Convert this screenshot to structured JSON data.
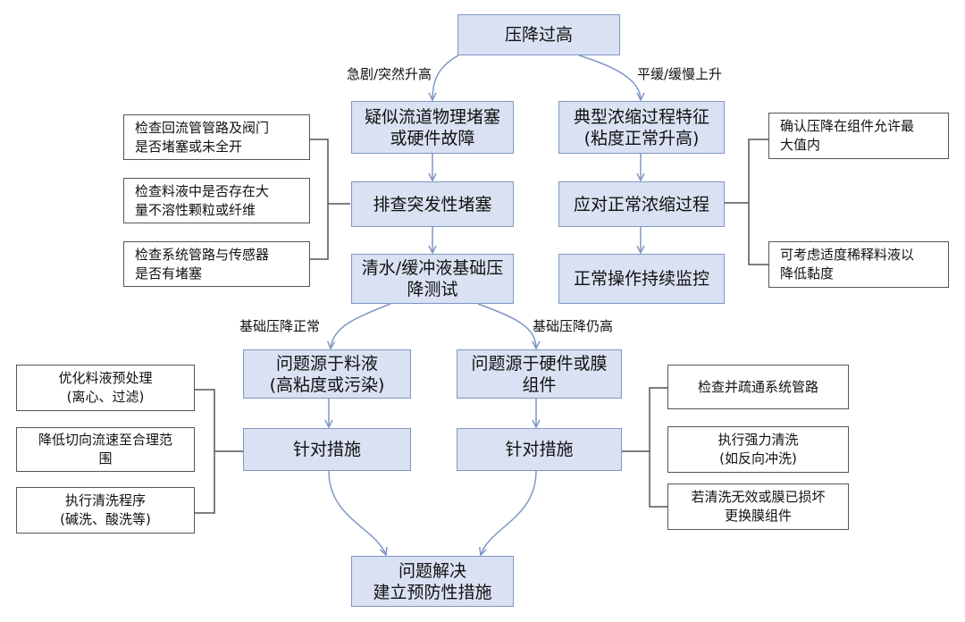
{
  "nodes": {
    "root": "压降过高",
    "clog": "疑似流道物理堵塞\n或硬件故障",
    "typical": "典型浓缩过程特征\n(粘度正常升高)",
    "check_clog": "排查突发性堵塞",
    "normal_conc": "应对正常浓缩过程",
    "baseline": "清水/缓冲液基础压\n降测试",
    "monitor": "正常操作持续监控",
    "src_feed": "问题源于料液\n(高粘度或污染)",
    "src_hw": "问题源于硬件或膜\n组件",
    "action_left": "针对措施",
    "action_right": "针对措施",
    "resolved": "问题解决\n建立预防性措施"
  },
  "notes": {
    "n_return_pipe": "检查回流管管路及阀门\n是否堵塞或未全开",
    "n_particles": "检查料液中是否存在大\n量不溶性颗粒或纤维",
    "n_sensors": "检查系统管路与传感器\n是否有堵塞",
    "n_confirm": "确认压降在组件允许最\n大值内",
    "n_dilute": "可考虑适度稀释料液以\n降低黏度",
    "n_pretreat": "优化料液预处理\n(离心、过滤)",
    "n_flow": "降低切向流速至合理范\n围",
    "n_clean": "执行清洗程序\n(碱洗、酸洗等)",
    "n_flush": "检查并疏通系统管路",
    "n_strong": "执行强力清洗\n(如反向冲洗)",
    "n_replace": "若清洗无效或膜已损坏\n更换膜组件"
  },
  "edge_labels": {
    "sudden": "急剧/突然升高",
    "gradual": "平缓/缓慢上升",
    "base_normal": "基础压降正常",
    "base_high": "基础压降仍高"
  },
  "colors": {
    "node_fill": "#d9e1f2",
    "node_border": "#7f97c4",
    "arrow": "#7f97c4",
    "note_border": "#555555",
    "bracket": "#555555"
  }
}
